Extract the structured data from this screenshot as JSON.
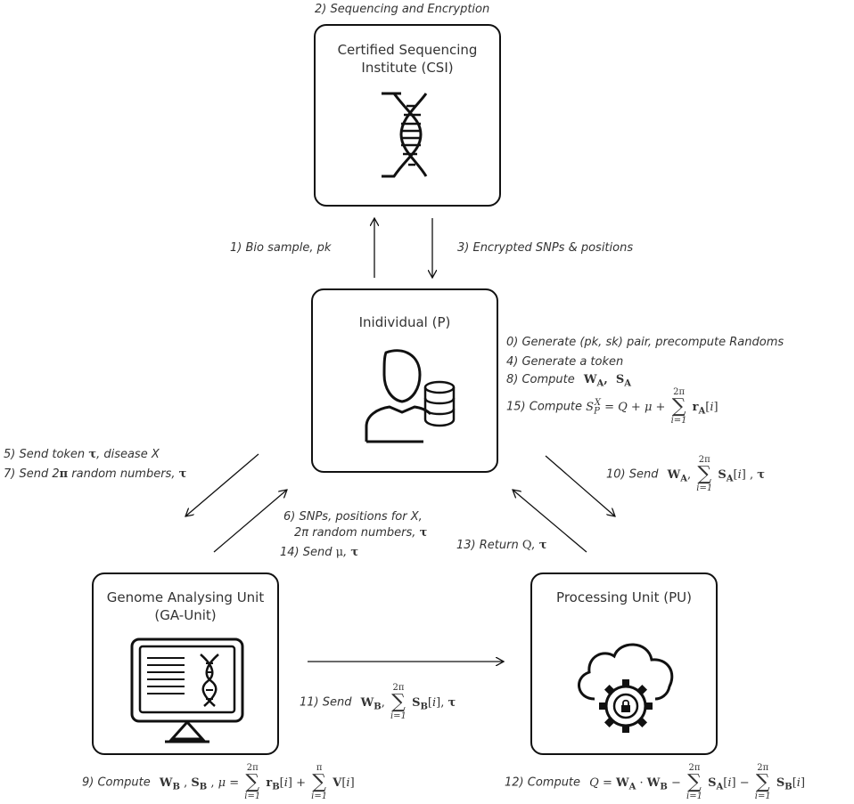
{
  "title_top": "2) Sequencing and Encryption",
  "entities": {
    "csi": {
      "line1": "Certified Sequencing",
      "line2": "Institute (CSI)"
    },
    "individual": {
      "name": "Inidividual (P)"
    },
    "ga_unit": {
      "line1": "Genome Analysing Unit",
      "line2": "(GA-Unit)"
    },
    "pu": {
      "name": "Processing Unit (PU)"
    }
  },
  "steps": {
    "s1": "1) Bio sample, pk",
    "s3": "3) Encrypted SNPs & positions",
    "s0": "0) Generate (pk, sk) pair, precompute Randoms",
    "s4": "4) Generate a token",
    "s8": "8) Compute",
    "s15": "15) Compute",
    "s5": "5) Send token",
    "s5_tail": ", disease X",
    "s7": "7) Send 2",
    "s7_tail": " random numbers,",
    "s6_line1": "6) SNPs, positions for X,",
    "s6_line2": "2π random numbers,",
    "s14": "14) Send",
    "s13": "13) Return",
    "s10": "10) Send",
    "s11": "11) Send",
    "s9": "9) Compute",
    "s12": "12) Compute"
  },
  "symbols": {
    "tau": "τ",
    "pi": "π",
    "mu": "μ",
    "Q": "Q",
    "WA": "W",
    "SA": "S",
    "A": "A",
    "B": "B",
    "two_pi": "2π",
    "i1": "i=1",
    "sigma": "∑"
  },
  "colors": {
    "stroke": "#111111",
    "text": "#333333"
  }
}
